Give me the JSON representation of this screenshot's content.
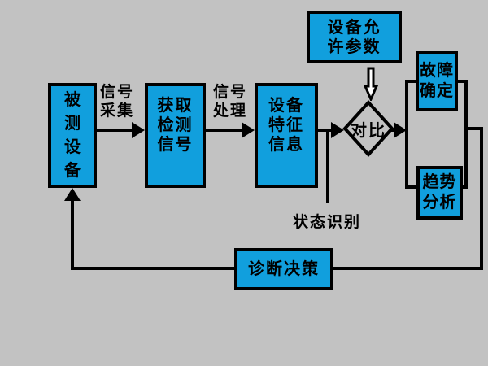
{
  "colors": {
    "background": "#c2c2c2",
    "node_fill": "#119fdd",
    "line": "#000000",
    "text": "#000000"
  },
  "nodes": {
    "device_under_test": {
      "lines": [
        "被",
        "测",
        "设",
        "备"
      ]
    },
    "acquire_detection_signal": {
      "lines": [
        "获取",
        "检测",
        "信号"
      ]
    },
    "device_feature_info": {
      "lines": [
        "设备",
        "特征",
        "信息"
      ]
    },
    "allowed_parameters": {
      "lines": [
        "设备允",
        "许参数"
      ]
    },
    "compare": {
      "label": "对比"
    },
    "fault_determination": {
      "lines": [
        "故障",
        "确定"
      ]
    },
    "trend_analysis": {
      "lines": [
        "趋势",
        "分析"
      ]
    },
    "diagnosis_decision": {
      "label": "诊断决策"
    }
  },
  "labels": {
    "signal_acquisition": {
      "lines": [
        "信号",
        "采集"
      ]
    },
    "signal_processing": {
      "lines": [
        "信号",
        "处理"
      ]
    },
    "state_recognition": {
      "label": "状态识别"
    }
  }
}
